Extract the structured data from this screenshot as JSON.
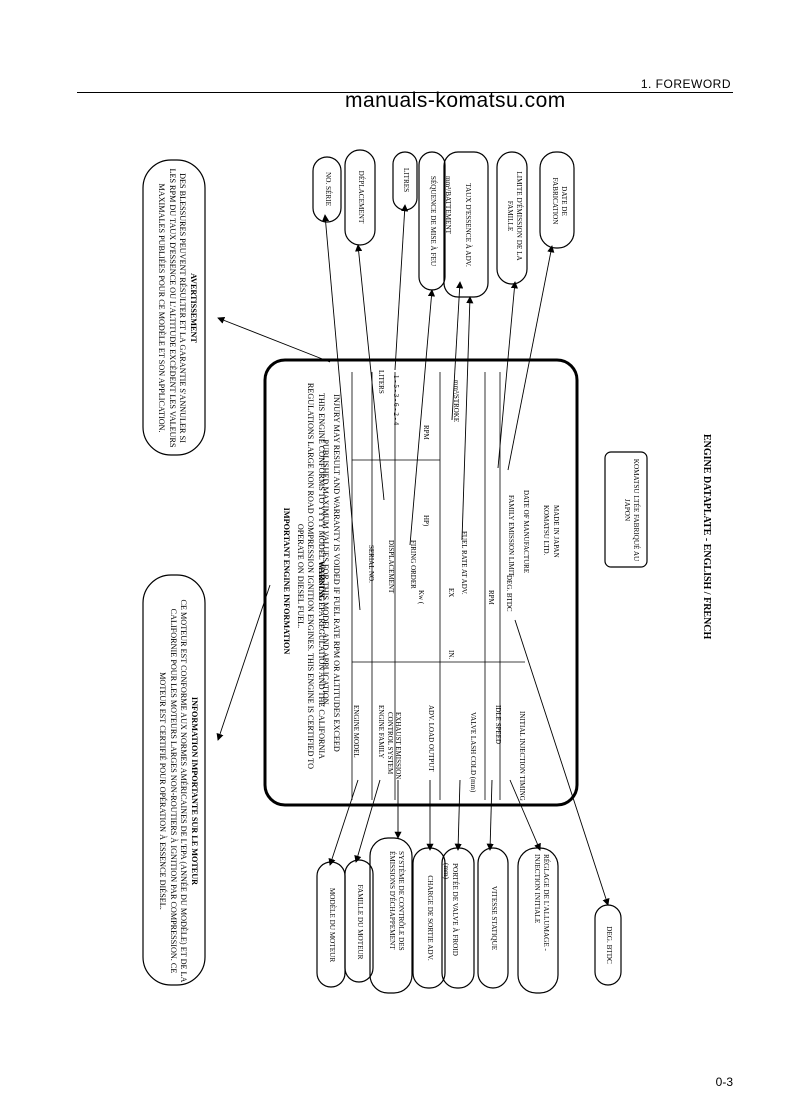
{
  "header": {
    "section": "1.  FOREWORD",
    "watermark": "manuals-komatsu.com",
    "page_number": "0-3"
  },
  "caption": "ENGINE DATAPLATE - ENGLISH / FRENCH",
  "notice_fr": {
    "title": "INFORMATION IMPORTANTE SUR LE MOTEUR",
    "body": "CE MOTEUR EST CONFORME AUX NORMES AMÉRICAINES DE L'EPA (ANNÉE DU MODÈLE) ET DE LA CALIFORNIE POUR LES MOTEURS LARGES NON-ROUTIERS À IGNITION PAR COMPRESSION. CE MOTEUR EST CERTIFIÉ POUR OPÉRATION À ESSENCE DIÉSEL."
  },
  "warning_fr": {
    "title": "AVERTISSEMENT",
    "body": "DES BLESSURES PEUVENT RÉSULTER ET LA GARANTIE S'ANNULER SI LES RPM DU TAUX D'ESSENCE OU L'ALTITUDE EXCÈDENT LES VALEURS MAXIMALES PUBLIÉES POUR CE MODÈLE ET SON APPLICATION."
  },
  "plate": {
    "title": "IMPORTANT ENGINE INFORMATION",
    "intro": "THIS ENGINE CONFORMS TO YYYY MODEL YEAR U.S. EPA REGULATION AND THE CALIFORNIA REGULATIONS LARGE NON ROAD COMPRESSION IGNITION ENGINES. THIS ENGINE IS CERTIFIED TO OPERATE ON DIESEL FUEL.",
    "warning_title": "WARNING",
    "warning": "INJURY MAY RESULT AND WARRANTY IS VOIDED IF FUEL RATE RPM OR ALTITUDES EXCEED PUBLISHED MAXIMUM VALUES FOR THIS MODEL AND APPLICATION.",
    "engine_model": "ENGINE MODEL",
    "serial_no": "SERIAL NO.",
    "engine_family": "ENGINE FAMILY",
    "displacement": "DISPLACEMENT",
    "liters": "LITERS",
    "exhaust": "EXHAUST EMISSION CONTROL SYSTEM",
    "firing_order": "FIRING ORDER",
    "firing_seq": "1 - 5 - 3 - 6 - 2 - 4",
    "adv_load": "ADV. LOAD OUTPUT",
    "kw": "Kw (",
    "hp": "HP)",
    "rpm": "RPM",
    "valve_lash": "VALVE LASH COLD (mm)",
    "in": "IN.",
    "ex": "EX",
    "fuel_rate": "FUEL RATE AT ADV.",
    "fuel_unit": "mm³/STROKE",
    "idle_speed": "IDLE SPEED",
    "rpm2": "RPM",
    "family_limit": "FAMILY EMISSION LIMIT",
    "initial_inj": "INITIAL INJECTION TIMING",
    "deg_btdc": "DEG. BTDC",
    "date_mfr": "DATE OF MANUFACTURE",
    "maker": "KOMATSU LTD.",
    "made_in": "MADE IN JAPAN"
  },
  "komatsu_fr": "KOMATSU LTÉE FABRIQUÉ AU JAPON",
  "right_labels": [
    "NO. SÉRIE",
    "DÉPLACEMENT",
    "LITRES",
    "SÉQUENCE DE MISE À FEU",
    "mm³/BATTEMENT",
    "TAUX D'ESSENCE À ADV.",
    "LIMITE D'ÉMISSION DE LA FAMILLE",
    "DATE DE FABRICATION"
  ],
  "left_labels": [
    "MODÈLE DU MOTEUR",
    "FAMILLE DU MOTEUR",
    "SYSTÈME DE CONTRÔLE DES ÉMISSIONS D'ÉCHAPPEMENT",
    "CHARGE DE SORTIE ADV.",
    "PORTÉE DE VALVE À FROID (mm)",
    "VITESSE STATIQUE",
    "RÉGLAGE DE L'ALLUMAGE - INJECTION INITIALE",
    "DEG. BTDC"
  ]
}
